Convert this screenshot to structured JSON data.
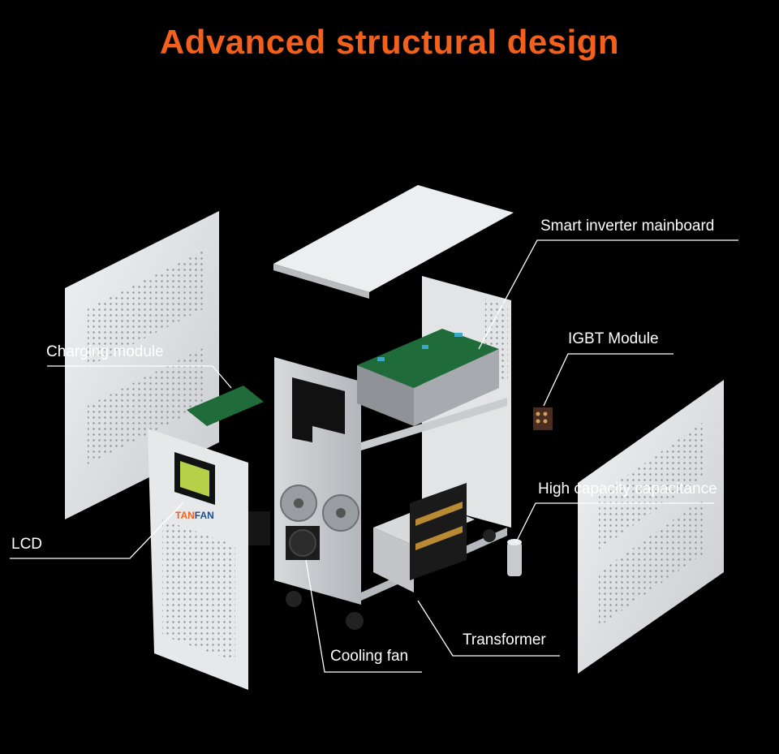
{
  "header": {
    "title": "Advanced structural design"
  },
  "brand": {
    "logo_text_left": "TAN",
    "logo_text_right": "FAN"
  },
  "callouts": {
    "smart_inverter": "Smart inverter mainboard",
    "charging_module": "Charging module",
    "igbt_module": "IGBT Module",
    "capacitance": "High capacity capacitance",
    "lcd": "LCD",
    "transformer": "Transformer",
    "cooling_fan": "Cooling fan"
  },
  "colors": {
    "background": "#000000",
    "accent": "#f2601c",
    "panel": "#e6e7e9",
    "pcb": "#1f6b3a"
  }
}
